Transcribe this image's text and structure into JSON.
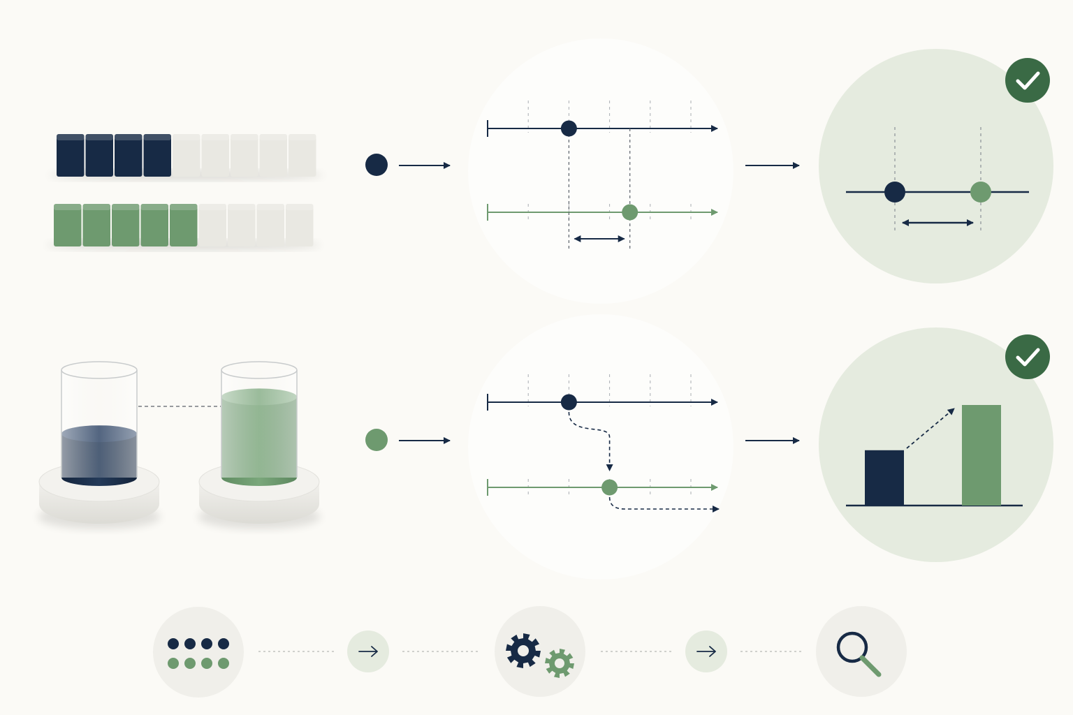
{
  "colors": {
    "background": "#fbfaf6",
    "navy": "#172a45",
    "green": "#6e9a6f",
    "green_dark": "#3a6a45",
    "light_green_fill": "#e5ebdf",
    "grey_circle": "#f0efea",
    "block_white": "#e9e8e2",
    "pedestal": "#eae9e4",
    "dashed": "#8a8f96"
  },
  "rows": [
    {
      "id": "discrete-blocks",
      "input_visual": "block-bars",
      "marker_color": "navy",
      "navy_bar": {
        "filled": 4,
        "total": 9
      },
      "green_bar": {
        "filled": 5,
        "total": 9
      },
      "navy_point_tick": 2,
      "green_point_tick": 3.5,
      "outcome_visual": "gap-on-line",
      "outcome_badge_icon": "checkmark-icon"
    },
    {
      "id": "continuous-cylinders",
      "input_visual": "filled-cylinders",
      "marker_color": "green",
      "navy_fill_level": 0.43,
      "green_fill_level": 0.76,
      "navy_point_tick": 2,
      "green_point_tick": 3,
      "outcome_visual": "bar-comparison",
      "outcome_bars": [
        {
          "color": "navy",
          "value": 0.55
        },
        {
          "color": "green",
          "value": 1.0
        }
      ],
      "outcome_badge_icon": "checkmark-icon"
    }
  ],
  "process": [
    {
      "icon": "dots-icon",
      "kind": "step"
    },
    {
      "icon": "arrow-right-icon",
      "kind": "connector"
    },
    {
      "icon": "gears-icon",
      "kind": "step"
    },
    {
      "icon": "arrow-right-icon",
      "kind": "connector"
    },
    {
      "icon": "magnifier-icon",
      "kind": "step"
    }
  ]
}
